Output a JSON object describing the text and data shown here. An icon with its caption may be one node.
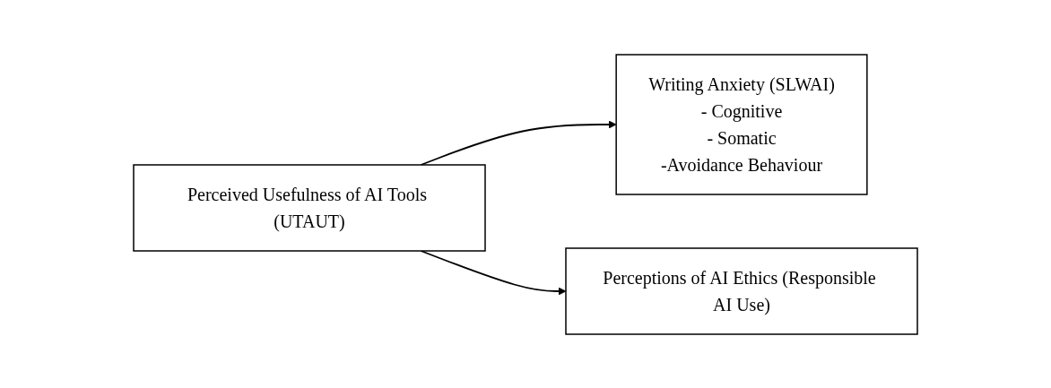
{
  "diagram": {
    "nodes": [
      {
        "text": [
          "Perceived Usefulness of AI Tools (UTAUT)"
        ]
      },
      {
        "text": [
          "Writing Anxiety (SLWAI)",
          "- Cognitive",
          "- Somatic",
          "-Avoidance Behaviour"
        ]
      },
      {
        "text": [
          "Perceptions of AI Ethics (Responsible AI Use)"
        ]
      }
    ],
    "edges": [
      {
        "from": 0,
        "to": 1,
        "arrow": "to"
      },
      {
        "from": 0,
        "to": 2,
        "arrow": "to"
      }
    ]
  }
}
